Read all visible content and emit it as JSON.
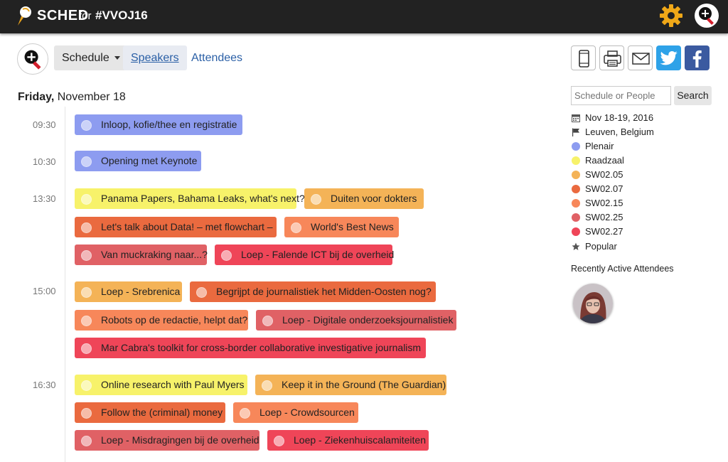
{
  "header": {
    "brand": "SCHED",
    "for": "for",
    "tag": "#VVOJ16"
  },
  "nav": {
    "schedule": "Schedule",
    "speakers": "Speakers",
    "attendees": "Attendees"
  },
  "day": {
    "weekday": "Friday,",
    "date": "November 18"
  },
  "times": [
    "09:30",
    "10:30",
    "13:30",
    "15:00",
    "16:30"
  ],
  "events": [
    {
      "title": "Inloop, kofie/thee en registratie",
      "room": "Plenair"
    },
    {
      "title": "Opening met Keynote",
      "room": "Plenair"
    },
    {
      "title": "Panama Papers, Bahama Leaks, what's next?",
      "room": "Raadzaal"
    },
    {
      "title": "Duiten voor dokters",
      "room": "SW02.05"
    },
    {
      "title": "Let's talk about Data! – met flowchart –",
      "room": "SW02.07"
    },
    {
      "title": "World's Best News",
      "room": "SW02.15"
    },
    {
      "title": "Van muckraking naar...?",
      "room": "SW02.25"
    },
    {
      "title": "Loep - Falende ICT bij de overheid",
      "room": "SW02.27"
    },
    {
      "title": "Loep - Srebrenica",
      "room": "SW02.05"
    },
    {
      "title": "Begrijpt de journalistiek het Midden-Oosten nog?",
      "room": "SW02.07"
    },
    {
      "title": "Robots op de redactie, helpt dat?",
      "room": "SW02.15"
    },
    {
      "title": "Loep - Digitale onderzoeksjournalistiek",
      "room": "SW02.25"
    },
    {
      "title": "Mar Cabra's toolkit for cross-border collaborative investigative journalism",
      "room": "SW02.27"
    },
    {
      "title": "Online research with Paul Myers",
      "room": "Raadzaal"
    },
    {
      "title": "Keep it in the Ground (The Guardian)",
      "room": "SW02.05"
    },
    {
      "title": "Follow the (criminal) money",
      "room": "SW02.07"
    },
    {
      "title": "Loep - Crowdsourcen",
      "room": "SW02.15"
    },
    {
      "title": "Loep - Misdragingen bij de overheid",
      "room": "SW02.25"
    },
    {
      "title": "Loep - Ziekenhuiscalamiteiten",
      "room": "SW02.27"
    }
  ],
  "search": {
    "placeholder": "Schedule or People",
    "button": "Search"
  },
  "info": {
    "dates": "Nov 18-19, 2016",
    "location": "Leuven, Belgium"
  },
  "rooms": [
    {
      "name": "Plenair",
      "color": "#8d9cf0"
    },
    {
      "name": "Raadzaal",
      "color": "#f7f26a"
    },
    {
      "name": "SW02.05",
      "color": "#f4b357"
    },
    {
      "name": "SW02.07",
      "color": "#ea6a3f"
    },
    {
      "name": "SW02.15",
      "color": "#f7875a"
    },
    {
      "name": "SW02.25",
      "color": "#e06165"
    },
    {
      "name": "SW02.27",
      "color": "#ef4558"
    }
  ],
  "popular": "Popular",
  "recent_title": "Recently Active Attendees",
  "icons": {
    "logo": "sched-flame-logo",
    "settings": "gear-icon",
    "mobile": "mobile-icon",
    "print": "printer-icon",
    "email": "envelope-icon",
    "twitter": "twitter-icon",
    "facebook": "facebook-icon"
  }
}
